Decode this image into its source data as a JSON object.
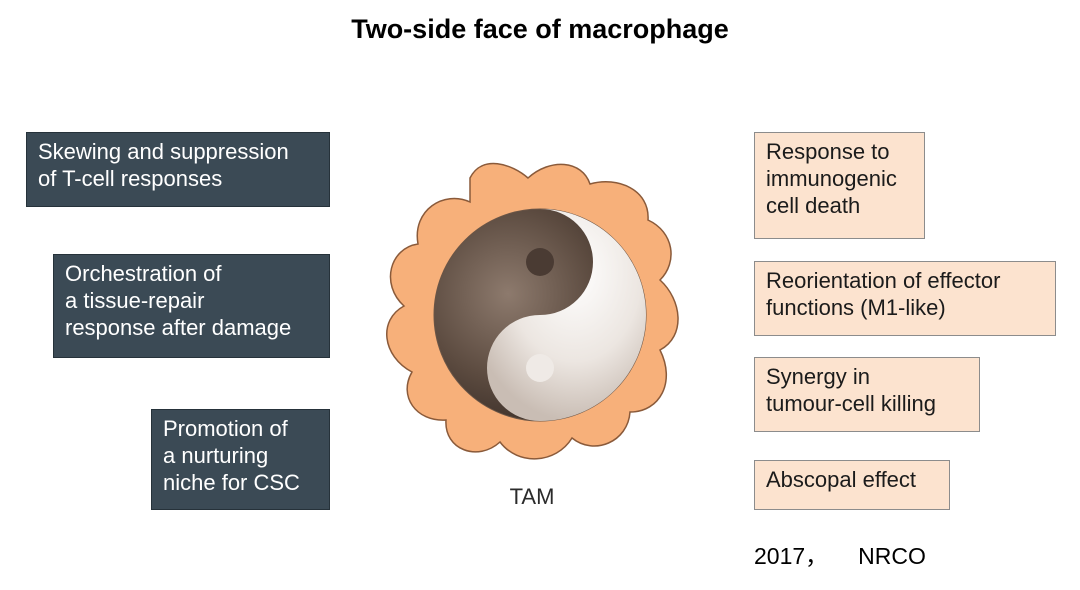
{
  "title": "Two-side face of macrophage",
  "left_boxes": [
    {
      "text": "Skewing and suppression\nof T-cell responses"
    },
    {
      "text": "Orchestration of\na tissue-repair\nresponse after damage"
    },
    {
      "text": "Promotion of\na nurturing\nniche for CSC"
    }
  ],
  "right_boxes": [
    {
      "text": "Response to\nimmunogenic\ncell death"
    },
    {
      "text": "Reorientation of effector\nfunctions (M1-like)"
    },
    {
      "text": "Synergy in\ntumour-cell killing"
    },
    {
      "text": "Abscopal effect"
    }
  ],
  "center_label": "TAM",
  "citation": {
    "year": "2017，",
    "source": "NRCO"
  },
  "colors": {
    "dark_box": "#3b4a55",
    "light_box": "#fce3cf",
    "cell_body": "#f7b07a",
    "yin_dark": "#4a3b33",
    "yang_light": "#efeae6"
  }
}
